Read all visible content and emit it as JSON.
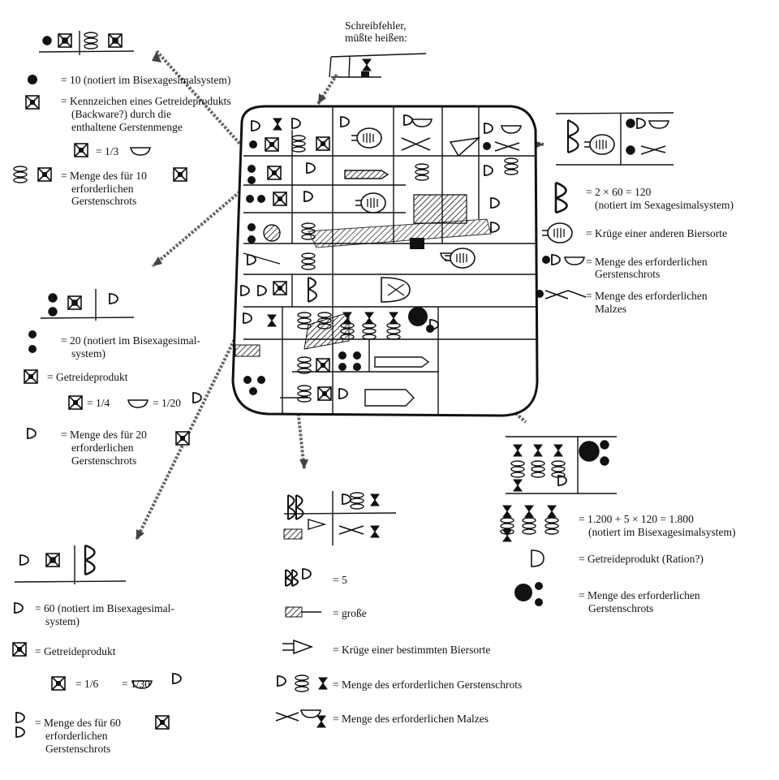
{
  "colors": {
    "ink": "#111111",
    "paper": "#ffffff",
    "arrow": "#555555"
  },
  "scribal_note": {
    "line1": "Schreibfehler,",
    "line2": "müßte heißen:"
  },
  "top_left": {
    "dot": "= 10 (notiert im Bisexagesimalsystem)",
    "kenn_1": "= Kennzeichen eines Getreideprodukts",
    "kenn_2": "(Backware?) durch die",
    "kenn_3": "enthaltene Gerstenmenge",
    "frac": "= 1/3",
    "menge_1": "= Menge des für 10",
    "menge_2": "erforderlichen",
    "menge_3": "Gerstenschrots"
  },
  "mid_left": {
    "dots_1": "= 20 (notiert im Bisexagesimal-",
    "dots_2": "system)",
    "getreide": "= Getreideprodukt",
    "frac_a": "= 1/4",
    "frac_b": "= 1/20",
    "menge_1": "= Menge des für 20",
    "menge_2": "erforderlichen",
    "menge_3": "Gerstenschrots"
  },
  "bottom_left": {
    "sixty_1": "= 60 (notiert im Bisexagesimal-",
    "sixty_2": "system)",
    "getreide": "= Getreideprodukt",
    "frac_a": "= 1/6",
    "frac_b": "= 1/30",
    "menge_1": "= Menge des für 60",
    "menge_2": "erforderlichen",
    "menge_3": "Gerstenschrots"
  },
  "right": {
    "b_1": "= 2 × 60 = 120",
    "b_2": "(notiert im Sexagesimalsystem)",
    "kruege": "= Krüge einer anderen Biersorte",
    "gersten_1": "= Menge des erforderlichen",
    "gersten_2": "Gerstenschrots",
    "malz_1": "= Menge des erforderlichen",
    "malz_2": "Malzes"
  },
  "bottom_center": {
    "five": "= 5",
    "grosse": "= große",
    "kruege": "= Krüge einer bestimmten Biersorte",
    "gersten": "= Menge des erforderlichen Gerstenschrots",
    "malz": "= Menge des erforderlichen Malzes"
  },
  "bottom_right": {
    "calc_1": "= 1.200 + 5 × 120 = 1.800",
    "calc_2": "(notiert im Bisexagesimalsystem)",
    "ration": "= Getreideprodukt (Ration?)",
    "menge_1": "= Menge des erforderlichen",
    "menge_2": "Gerstenschrots"
  }
}
